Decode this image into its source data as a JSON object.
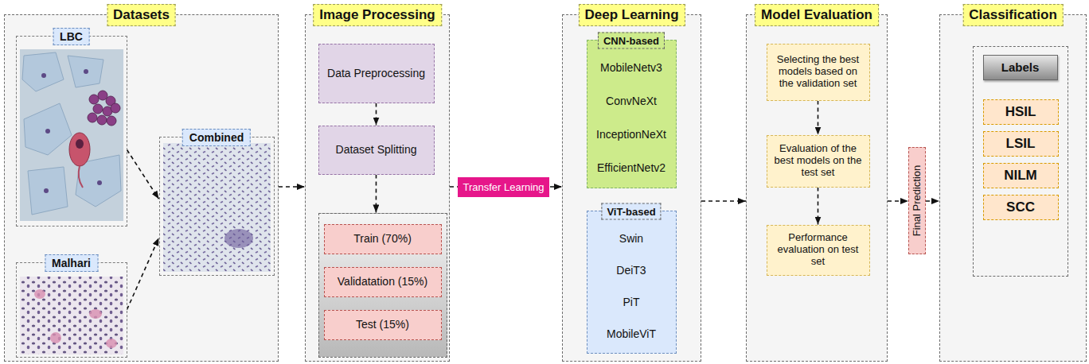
{
  "diagram": {
    "nodes": [
      {
        "text": [
          "Datasets"
        ]
      },
      {
        "text": [
          "LBC"
        ],
        "in": 0
      },
      {
        "text": [
          "Malhari"
        ],
        "in": 0
      },
      {
        "text": [
          "Combined"
        ],
        "in": 0
      },
      {
        "text": [
          "Image Processing"
        ]
      },
      {
        "text": [
          "Data Preprocessing"
        ],
        "in": 4
      },
      {
        "text": [
          "Dataset Splitting"
        ],
        "in": 4
      },
      {
        "text": [],
        "in": 4
      },
      {
        "text": [
          "Train (70%)"
        ],
        "in": 7
      },
      {
        "text": [
          "Validatation (15%)"
        ],
        "in": 7
      },
      {
        "text": [
          "Test (15%)"
        ],
        "in": 7
      },
      {
        "text": [
          "Deep Learning"
        ]
      },
      {
        "text": [
          "CNN-based",
          "MobileNetv3",
          "ConvNeXt",
          "InceptionNeXt",
          "EfficientNetv2"
        ],
        "in": 11
      },
      {
        "text": [
          "ViT-based",
          "Swin",
          "DeiT3",
          "PiT",
          "MobileViT"
        ],
        "in": 11
      },
      {
        "text": [
          "Model Evaluation"
        ]
      },
      {
        "text": [
          "Selecting the best models based on the validation set"
        ],
        "in": 14
      },
      {
        "text": [
          "Evaluation of the best models on the test set"
        ],
        "in": 14
      },
      {
        "text": [
          "Performance evaluation on test set"
        ],
        "in": 14
      },
      {
        "text": [
          "Final Prediction"
        ]
      },
      {
        "text": [
          "Classification"
        ]
      },
      {
        "text": [
          "Labels"
        ],
        "in": 19
      },
      {
        "text": [
          "HSIL"
        ],
        "in": 20
      },
      {
        "text": [
          "LSIL"
        ],
        "in": 20
      },
      {
        "text": [
          "NILM"
        ],
        "in": 20
      },
      {
        "text": [
          "SCC"
        ],
        "in": 20
      }
    ],
    "edges": [
      {
        "from": 1,
        "to": 3,
        "arrow": "to"
      },
      {
        "from": 2,
        "to": 3,
        "arrow": "to"
      },
      {
        "from": 0,
        "to": 4,
        "arrow": "to"
      },
      {
        "from": 5,
        "to": 6,
        "arrow": "to"
      },
      {
        "from": 6,
        "to": 7,
        "arrow": "to"
      },
      {
        "from": 4,
        "to": 11,
        "label": "Transfer Learning",
        "arrow": "to"
      },
      {
        "from": 11,
        "to": 14,
        "arrow": "to"
      },
      {
        "from": 15,
        "to": 16,
        "arrow": "to"
      },
      {
        "from": 16,
        "to": 17,
        "arrow": "to"
      },
      {
        "from": 14,
        "to": 18,
        "arrow": "to"
      },
      {
        "from": 18,
        "to": 19,
        "arrow": "to"
      }
    ]
  }
}
